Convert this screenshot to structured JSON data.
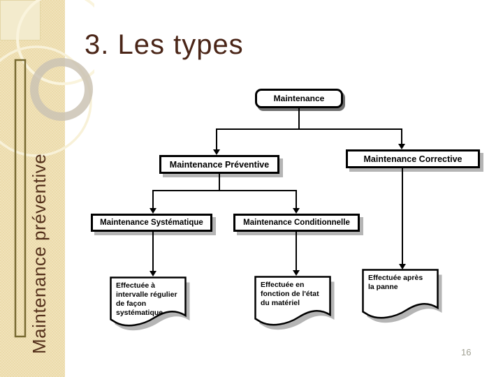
{
  "slide": {
    "title": "3. Les types",
    "page_number": "16"
  },
  "sidebar": {
    "vertical_text": "Maintenance préventive"
  },
  "flowchart": {
    "nodes": {
      "root": "Maintenance",
      "preventive": "Maintenance Préventive",
      "corrective": "Maintenance Corrective",
      "systematique": "Maintenance Systématique",
      "conditionnelle": "Maintenance Conditionnelle"
    },
    "documents": {
      "systematique": "Effectuée à\nintervalle régulier\nde façon\nsystématique",
      "conditionnelle": "Effectuée en\nfonction de l'état\ndu matériel",
      "corrective": "Effectuée après\nla panne"
    }
  },
  "colors": {
    "title": "#4a2517",
    "sidebar_text": "#54301b",
    "sidebar_bg": "#ecdbaa",
    "box_border": "#000000",
    "box_fill": "#ffffff",
    "box_shadow": "#b5b5b5",
    "root_shadow": "#707070",
    "page_number": "#a0a092"
  }
}
